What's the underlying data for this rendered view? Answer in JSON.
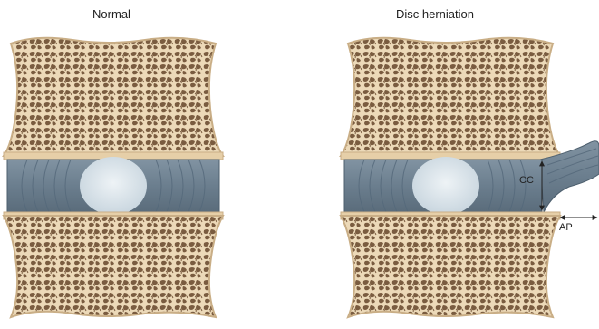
{
  "panels": {
    "left_title": "Normal",
    "right_title": "Disc herniation"
  },
  "labels": {
    "cc": "CC",
    "ap": "AP"
  },
  "colors": {
    "bone": "#ecd9b8",
    "bone_edge": "#c9ae86",
    "trabecular": "#6b5037",
    "disc": "#6b7e8e",
    "disc_ring": "#54687a",
    "nucleus": "#dde6ec"
  }
}
